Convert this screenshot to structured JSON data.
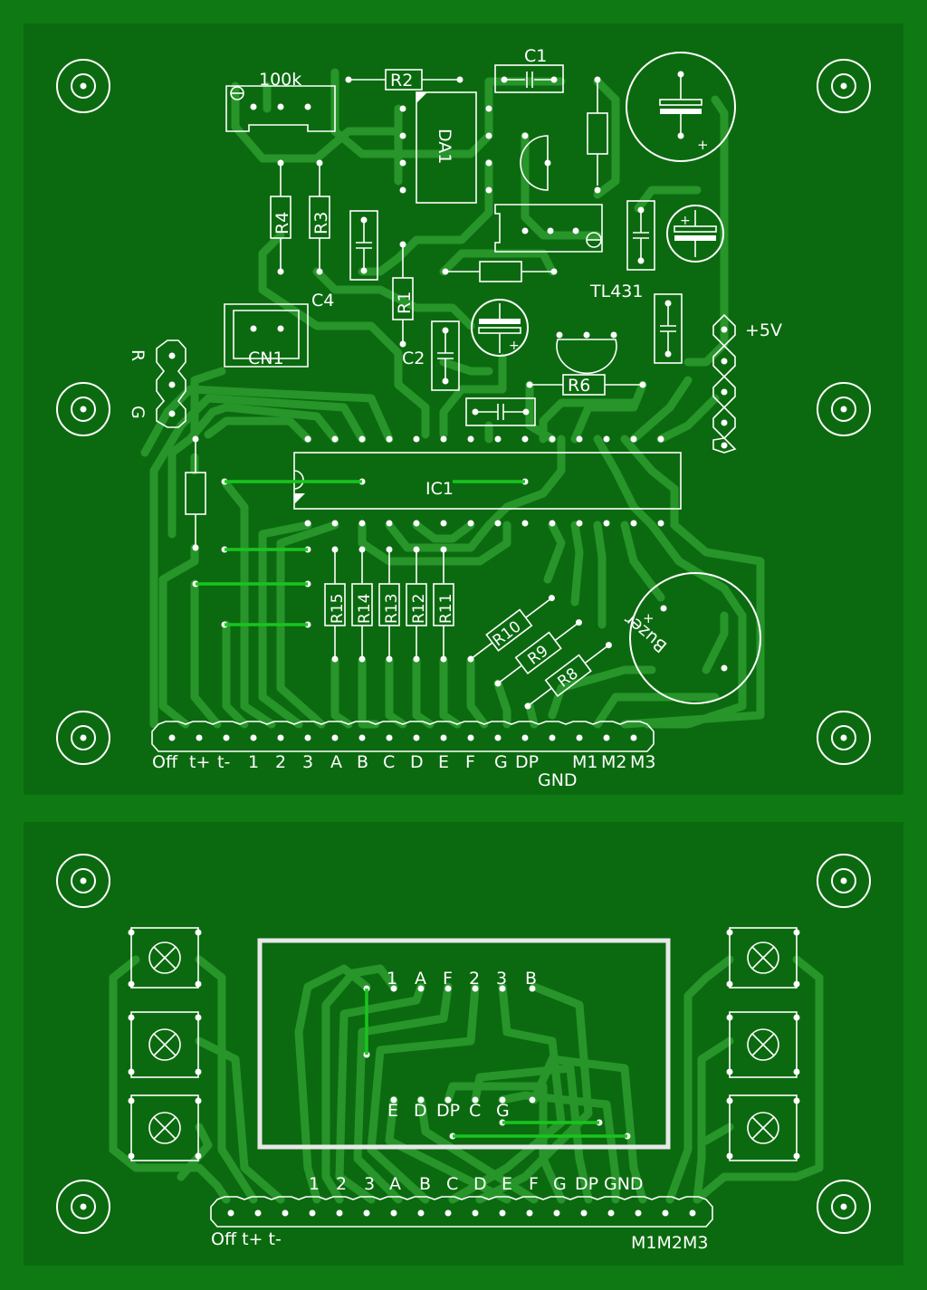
{
  "colors": {
    "background": "#0f7a14",
    "board": "#0b6a0f",
    "track": "#27952a",
    "silkscreen": "#ffffff",
    "jumper": "#19c41f"
  },
  "top_board": {
    "components": {
      "trimmer": "100k",
      "r2": "R2",
      "c1": "C1",
      "da1": "DA1",
      "r4": "R4",
      "r3": "R3",
      "r1": "R1",
      "c4": "C4",
      "c2": "C2",
      "cn1": "CN1",
      "tl431": "TL431",
      "r6": "R6",
      "ic1": "IC1",
      "r15": "R15",
      "r14": "R14",
      "r13": "R13",
      "r12": "R12",
      "r11": "R11",
      "r10": "R10",
      "r9": "R9",
      "r8": "R8",
      "buzzer": "Buzer",
      "buzzer_plus": "+",
      "cap_plus": "+"
    },
    "power_label": "+5V",
    "left_connector": [
      "R",
      "G"
    ],
    "bottom_connector": [
      "Off",
      "t+",
      "t-",
      "1",
      "2",
      "3",
      "A",
      "B",
      "C",
      "D",
      "E",
      "F",
      "G",
      "DP",
      "M1",
      "M2",
      "M3"
    ],
    "gnd_label": "GND"
  },
  "bottom_board": {
    "display_top_pins": [
      "1",
      "A",
      "F",
      "2",
      "3",
      "B"
    ],
    "display_bottom_pins": [
      "E",
      "D",
      "DP",
      "C",
      "G"
    ],
    "connector_top": [
      "1",
      "2",
      "3",
      "A",
      "B",
      "C",
      "D",
      "E",
      "F",
      "G",
      "DP",
      "GND"
    ],
    "connector_bottom_left": "Off t+ t-",
    "connector_bottom_right": "M1M2M3"
  }
}
